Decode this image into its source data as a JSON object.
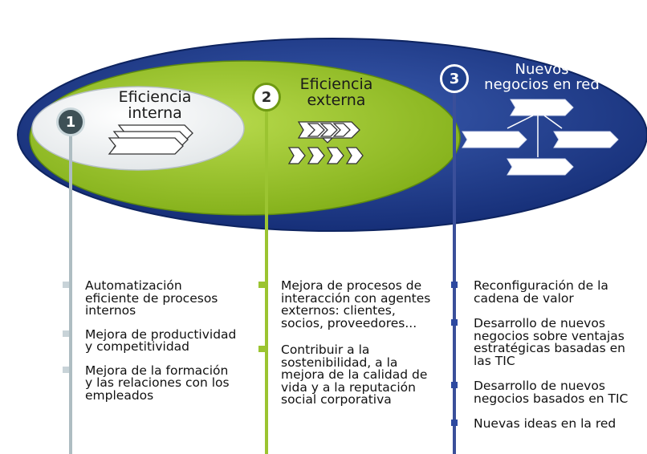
{
  "stages": [
    {
      "number": "1",
      "title": [
        "Eficiencia",
        "interna"
      ],
      "items": [
        "Automatización eficiente de procesos internos",
        "Mejora de productividad y competitividad",
        "Mejora de la formación y las relaciones con los empleados"
      ],
      "color": "#c8d3d8"
    },
    {
      "number": "2",
      "title": [
        "Eficiencia",
        "externa"
      ],
      "items": [
        "Mejora de procesos de interacción con agentes externos: clientes, socios, proveedores...",
        "Contribuir a la sostenibilidad, a la mejora de la calidad de vida y a la reputación social corporativa"
      ],
      "color": "#9bc431"
    },
    {
      "number": "3",
      "title": [
        "Nuevos",
        "negocios en red"
      ],
      "items": [
        "Reconfiguración de la cadena de valor",
        "Desarrollo de nuevos negocios sobre ventajas estratégicas basadas en las TIC",
        "Desarrollo de nuevos negocios basados en TIC",
        "Nuevas ideas en la red"
      ],
      "color": "#1f3f8c"
    }
  ]
}
